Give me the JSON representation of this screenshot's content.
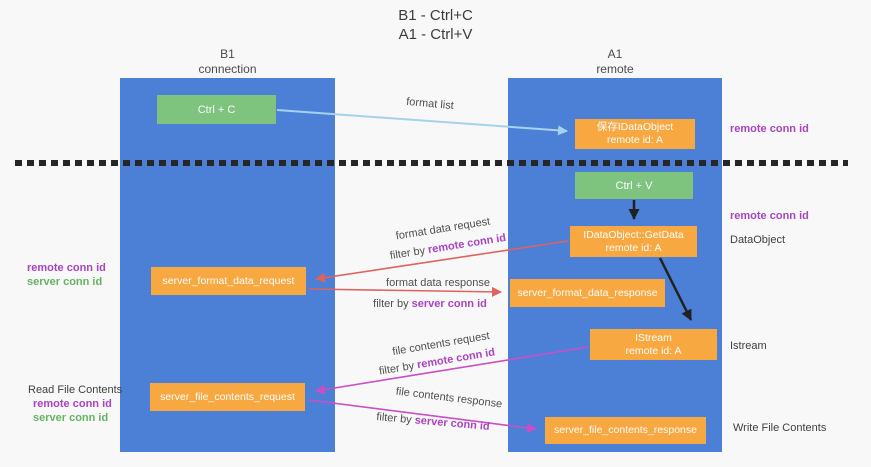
{
  "title": {
    "line1": "B1 - Ctrl+C",
    "line2": "A1 - Ctrl+V"
  },
  "lanes": {
    "left": {
      "title": "B1",
      "subtitle": "connection"
    },
    "right": {
      "title": "A1",
      "subtitle": "remote"
    }
  },
  "nodes": {
    "ctrl_c": {
      "label": "Ctrl + C"
    },
    "ctrl_v": {
      "label": "Ctrl + V"
    },
    "save_idataobject": {
      "line1": "保存IDataObject",
      "line2": "remote id: A"
    },
    "getdata": {
      "line1": "IDataObject::GetData",
      "line2": "remote id: A"
    },
    "istream": {
      "line1": "IStream",
      "line2": "remote id: A"
    },
    "server_format_data_request": {
      "label": "server_format_data_request"
    },
    "server_format_data_response": {
      "label": "server_format_data_response"
    },
    "server_file_contents_request": {
      "label": "server_file_contents_request"
    },
    "server_file_contents_response": {
      "label": "server_file_contents_response"
    }
  },
  "flow_labels": {
    "format_list": "format list",
    "format_data_request": {
      "text": "format data request",
      "filter_prefix": "filter by ",
      "filter_key": "remote conn id"
    },
    "format_data_response": {
      "text": "format data response",
      "filter_prefix": "filter by ",
      "filter_key": "server conn id"
    },
    "file_contents_request": {
      "text": "file contents request",
      "filter_prefix": "filter by ",
      "filter_key": "remote conn id"
    },
    "file_contents_response": {
      "text": "file contents response",
      "filter_prefix": "filter by ",
      "filter_key": "server conn id"
    }
  },
  "side_labels": {
    "right_top": "remote conn id",
    "right_mid": "remote conn id",
    "dataobject": "DataObject",
    "istream": "Istream",
    "write_file_contents": "Write File Contents",
    "left_mid": {
      "line1": "remote conn id",
      "line2": "server conn id"
    },
    "left_bottom": {
      "title": "Read File Contents",
      "line1": "remote conn id",
      "line2": "server conn id"
    }
  },
  "colors": {
    "lane_blue": "#4b80d6",
    "node_green": "#7ec47f",
    "node_orange": "#f7a840",
    "arrow_red": "#e0625e",
    "arrow_magenta": "#cb4ec6",
    "arrow_lightblue": "#a5d2ef",
    "arrow_black": "#212121",
    "text_purple": "#a944c0",
    "text_green": "#62b55f",
    "background": "#f8f8f8"
  }
}
